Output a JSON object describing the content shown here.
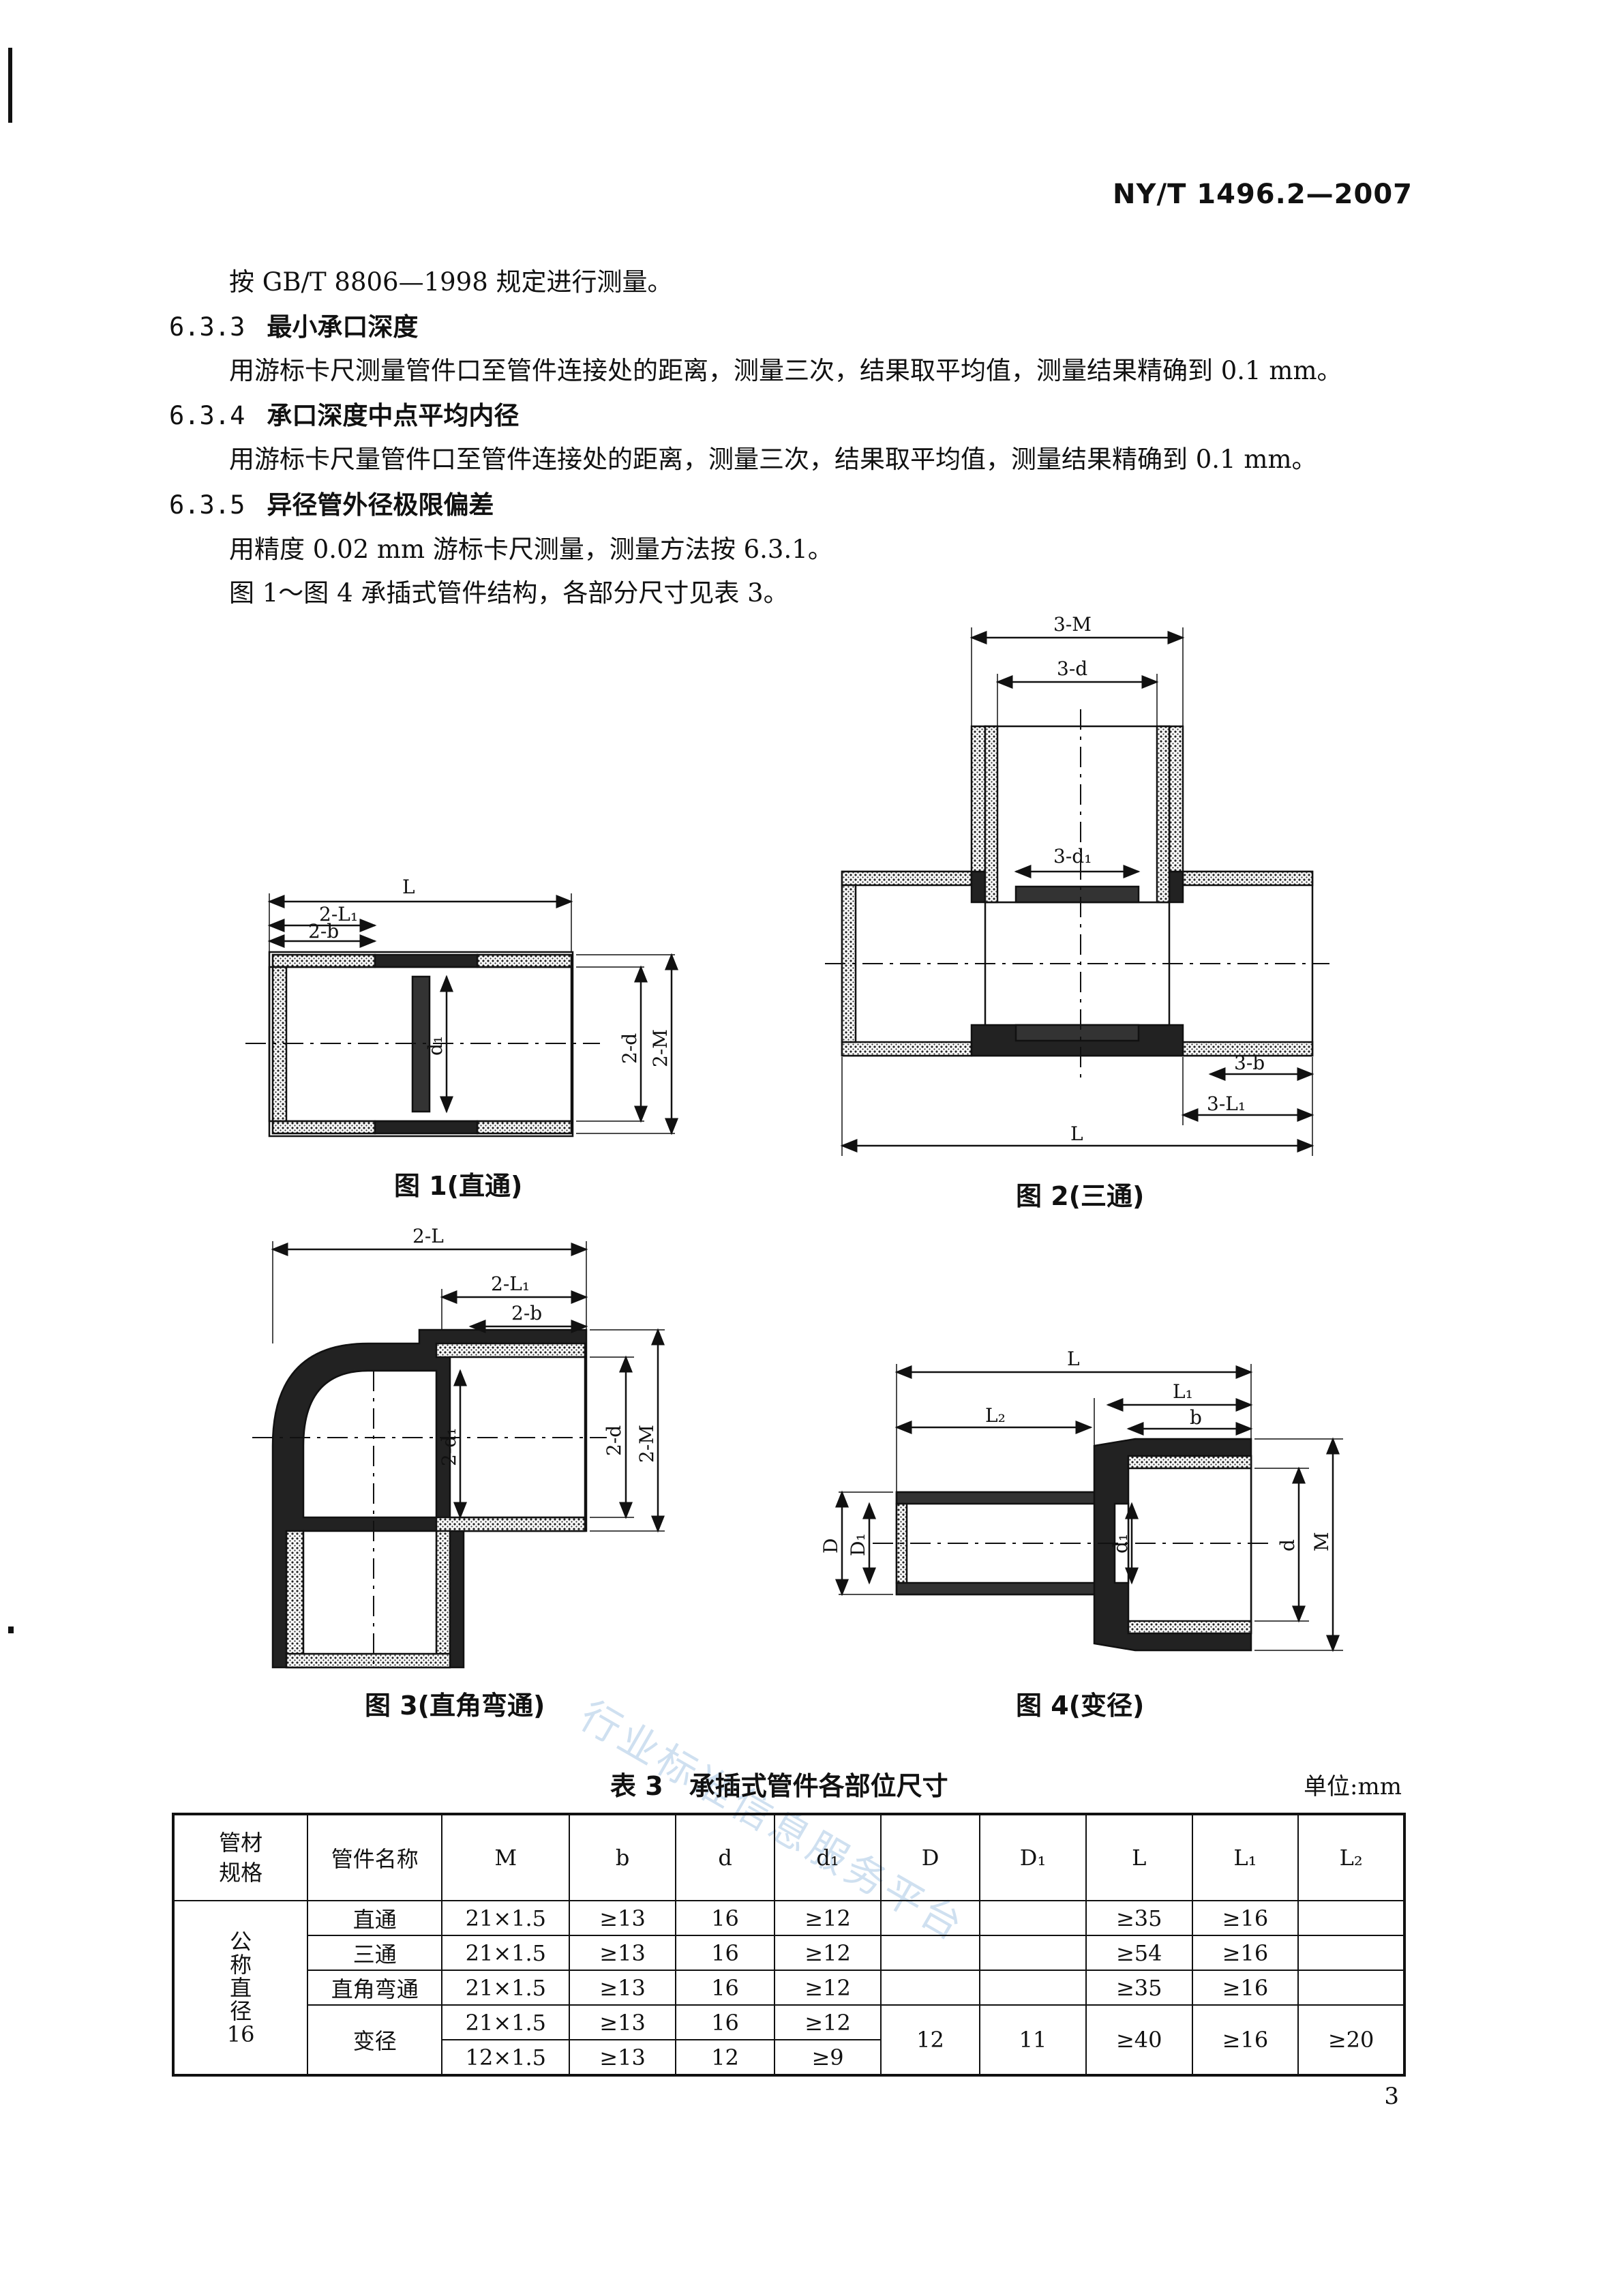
{
  "header": {
    "standard_code": "NY/T 1496.2—2007"
  },
  "body": {
    "intro_line": "按 GB/T 8806—1998 规定进行测量。",
    "sections": [
      {
        "number": "6.3.3",
        "title": "最小承口深度",
        "text": "用游标卡尺测量管件口至管件连接处的距离，测量三次，结果取平均值，测量结果精确到 0.1 mm。"
      },
      {
        "number": "6.3.4",
        "title": "承口深度中点平均内径",
        "text": "用游标卡尺量管件口至管件连接处的距离，测量三次，结果取平均值，测量结果精确到 0.1 mm。"
      },
      {
        "number": "6.3.5",
        "title": "异径管外径极限偏差",
        "text": "用精度 0.02 mm 游标卡尺测量，测量方法按 6.3.1。"
      }
    ],
    "figure_intro": "图 1～图 4 承插式管件结构，各部分尺寸见表 3。"
  },
  "figures": {
    "fig1": {
      "caption": "图 1(直通)",
      "labels": {
        "L": "L",
        "L1": "2-L₁",
        "b": "2-b",
        "d1": "d₁",
        "d": "2-d",
        "M": "2-M"
      }
    },
    "fig2": {
      "caption": "图 2(三通)",
      "labels": {
        "M": "3-M",
        "d": "3-d",
        "d1": "3-d₁",
        "b": "3-b",
        "L1": "3-L₁",
        "L": "L"
      }
    },
    "fig3": {
      "caption": "图 3(直角弯通)",
      "labels": {
        "L": "2-L",
        "L1": "2-L₁",
        "b": "2-b",
        "d1": "2-d₁",
        "d": "2-d",
        "M": "2-M"
      }
    },
    "fig4": {
      "caption": "图 4(变径)",
      "labels": {
        "L": "L",
        "L1": "L₁",
        "b": "b",
        "L2": "L₂",
        "D": "D",
        "D1": "D₁",
        "d1": "d₁",
        "d": "d",
        "M": "M"
      }
    }
  },
  "watermark": "行业标准信息服务平台",
  "table": {
    "caption": "表 3　承插式管件各部位尺寸",
    "unit": "单位:mm",
    "headers": {
      "spec": "管材\n规格",
      "name": "管件名称",
      "M": "M",
      "b": "b",
      "d": "d",
      "d1": "d₁",
      "D": "D",
      "D1": "D₁",
      "L": "L",
      "L1": "L₁",
      "L2": "L₂"
    },
    "spec_value": "公\n称\n直\n径\n16",
    "rows": [
      {
        "name": "直通",
        "M": "21×1.5",
        "b": "≥13",
        "d": "16",
        "d1": "≥12",
        "D": "",
        "D1": "",
        "L": "≥35",
        "L1": "≥16",
        "L2": ""
      },
      {
        "name": "三通",
        "M": "21×1.5",
        "b": "≥13",
        "d": "16",
        "d1": "≥12",
        "D": "",
        "D1": "",
        "L": "≥54",
        "L1": "≥16",
        "L2": ""
      },
      {
        "name": "直角弯通",
        "M": "21×1.5",
        "b": "≥13",
        "d": "16",
        "d1": "≥12",
        "D": "",
        "D1": "",
        "L": "≥35",
        "L1": "≥16",
        "L2": ""
      }
    ],
    "reducer": {
      "name": "变径",
      "sub": [
        {
          "M": "21×1.5",
          "b": "≥13",
          "d": "16",
          "d1": "≥12"
        },
        {
          "M": "12×1.5",
          "b": "≥13",
          "d": "12",
          "d1": "≥9"
        }
      ],
      "D": "12",
      "D1": "11",
      "L": "≥40",
      "L1": "≥16",
      "L2": "≥20"
    }
  },
  "page_number": "3"
}
